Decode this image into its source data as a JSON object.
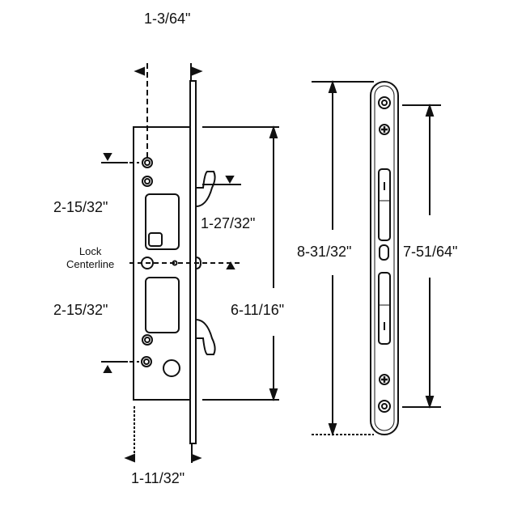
{
  "dimensions": {
    "backset": "1-3/64\"",
    "upper_spacing": "2-15/32\"",
    "lower_spacing": "2-15/32\"",
    "hook_offset": "1-27/32\"",
    "case_height": "6-11/16\"",
    "case_depth": "1-11/32\"",
    "faceplate_length": "8-31/32\"",
    "mounting_hole_spacing": "7-51/64\""
  },
  "labels": {
    "lock_centerline_line1": "Lock",
    "lock_centerline_line2": "Centerline"
  },
  "colors": {
    "line": "#111111",
    "background": "#ffffff"
  }
}
